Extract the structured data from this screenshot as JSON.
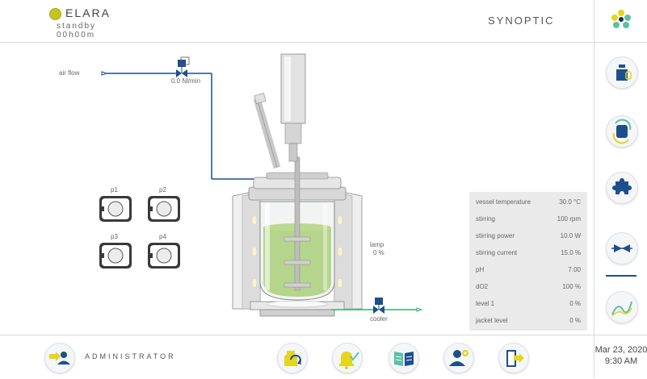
{
  "header": {
    "app_name": "ELARA",
    "status": "standby",
    "timer": "00h00m",
    "page_title": "SYNOPTIC"
  },
  "synoptic": {
    "air_flow_label": "air flow",
    "air_flow_value": "0.0 Nl/min",
    "lamp_label": "lamp",
    "lamp_value": "0 %",
    "cooler_label": "cooler",
    "pumps": [
      "p1",
      "p2",
      "p3",
      "p4"
    ]
  },
  "measurements": [
    {
      "label": "vessel temperature",
      "value": "30.0 °C"
    },
    {
      "label": "stirring",
      "value": "100 rpm"
    },
    {
      "label": "stirring power",
      "value": "10.0 W"
    },
    {
      "label": "stirring current",
      "value": "15.0 %"
    },
    {
      "label": "pH",
      "value": "7.00"
    },
    {
      "label": "dO2",
      "value": "100 %"
    },
    {
      "label": "level 1",
      "value": "0 %"
    },
    {
      "label": "jacket level",
      "value": "0 %"
    }
  ],
  "footer": {
    "user_role": "ADMINISTRATOR"
  },
  "sidebar": {
    "date": "Mar 23, 2020",
    "time": "9:30 AM"
  },
  "colors": {
    "accent_blue": "#1d4f8c",
    "brand_yellow": "#c8c41e",
    "teal": "#5cc0a6",
    "liquid_green": "#a9cf78",
    "cooler_green": "#2db36a"
  }
}
